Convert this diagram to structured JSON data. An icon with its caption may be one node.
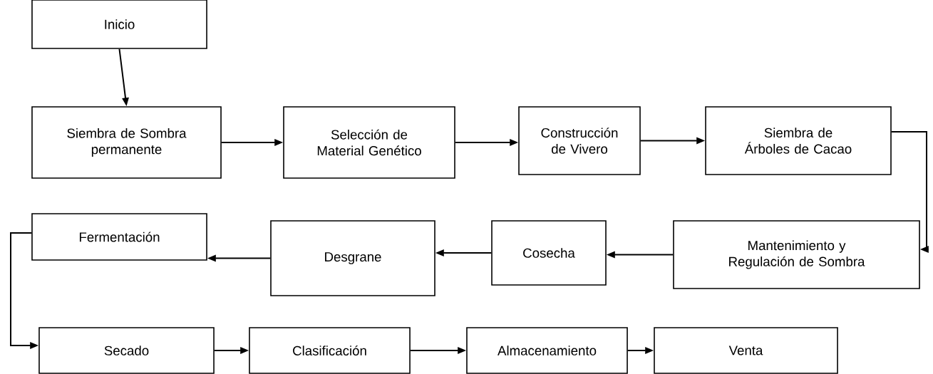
{
  "diagram": {
    "nodes": [
      {
        "text": [
          "Inicio"
        ]
      },
      {
        "text": [
          "Siembra de Sombra permanente"
        ]
      },
      {
        "text": [
          "Selección de Material Genético"
        ]
      },
      {
        "text": [
          "Construcción de Vivero"
        ]
      },
      {
        "text": [
          "Siembra de Árboles de Cacao"
        ]
      },
      {
        "text": [
          "Mantenimiento y Regulación de Sombra"
        ]
      },
      {
        "text": [
          "Cosecha"
        ]
      },
      {
        "text": [
          "Desgrane"
        ]
      },
      {
        "text": [
          "Fermentación"
        ]
      },
      {
        "text": [
          "Secado"
        ]
      },
      {
        "text": [
          "Clasificación"
        ]
      },
      {
        "text": [
          "Almacenamiento"
        ]
      },
      {
        "text": [
          "Venta"
        ]
      }
    ],
    "edges": [
      {
        "from": 0,
        "to": 1,
        "arrow": "to"
      },
      {
        "from": 1,
        "to": 2,
        "arrow": "to"
      },
      {
        "from": 2,
        "to": 3,
        "arrow": "to"
      },
      {
        "from": 3,
        "to": 4,
        "arrow": "to"
      },
      {
        "from": 4,
        "to": 5,
        "arrow": "to"
      },
      {
        "from": 5,
        "to": 6,
        "arrow": "to"
      },
      {
        "from": 6,
        "to": 7,
        "arrow": "to"
      },
      {
        "from": 7,
        "to": 8,
        "arrow": "to"
      },
      {
        "from": 8,
        "to": 9,
        "arrow": "to"
      },
      {
        "from": 9,
        "to": 10,
        "arrow": "to"
      },
      {
        "from": 10,
        "to": 11,
        "arrow": "to"
      },
      {
        "from": 11,
        "to": 12,
        "arrow": "to"
      }
    ]
  }
}
